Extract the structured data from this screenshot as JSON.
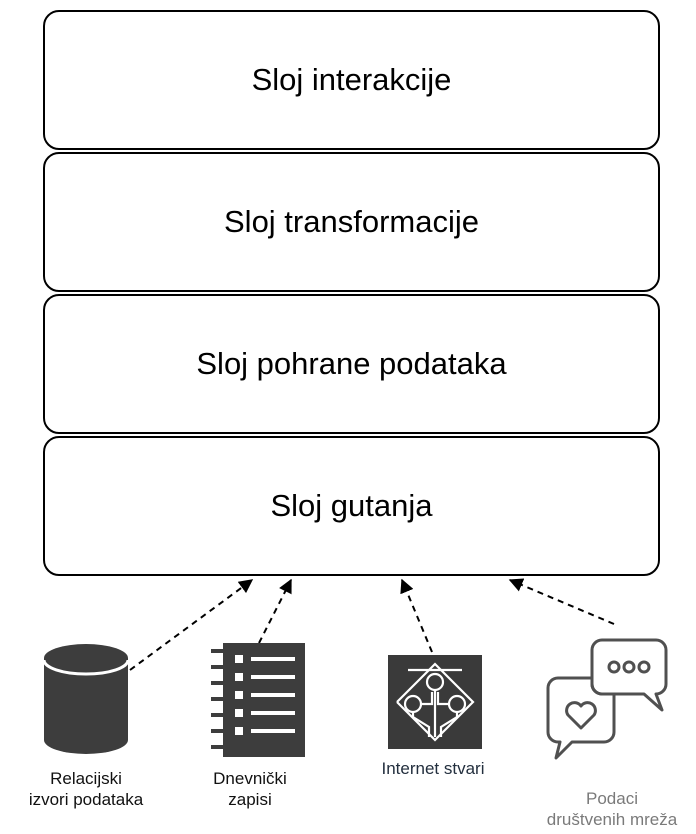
{
  "layers": [
    {
      "label": "Sloj interakcije"
    },
    {
      "label": "Sloj transformacije"
    },
    {
      "label": "Sloj pohrane podataka"
    },
    {
      "label": "Sloj gutanja"
    }
  ],
  "sources": [
    {
      "label": "Relacijski\nizvori podataka",
      "icon": "database-cylinder-icon",
      "color": "#111111"
    },
    {
      "label": "Dnevnički\nzapisi",
      "icon": "log-notebook-icon",
      "color": "#111111"
    },
    {
      "label": "Internet stvari",
      "icon": "iot-circuit-icon",
      "color": "#232f3e"
    },
    {
      "label": "Podaci\ndruštvenih mreža",
      "icon": "chat-bubbles-icon",
      "color": "#7a7a7a"
    }
  ],
  "colors": {
    "border": "#000000",
    "icon_dark": "#3d3d3d",
    "iot_dark": "#3a3a3a",
    "social_stroke": "#505050"
  }
}
